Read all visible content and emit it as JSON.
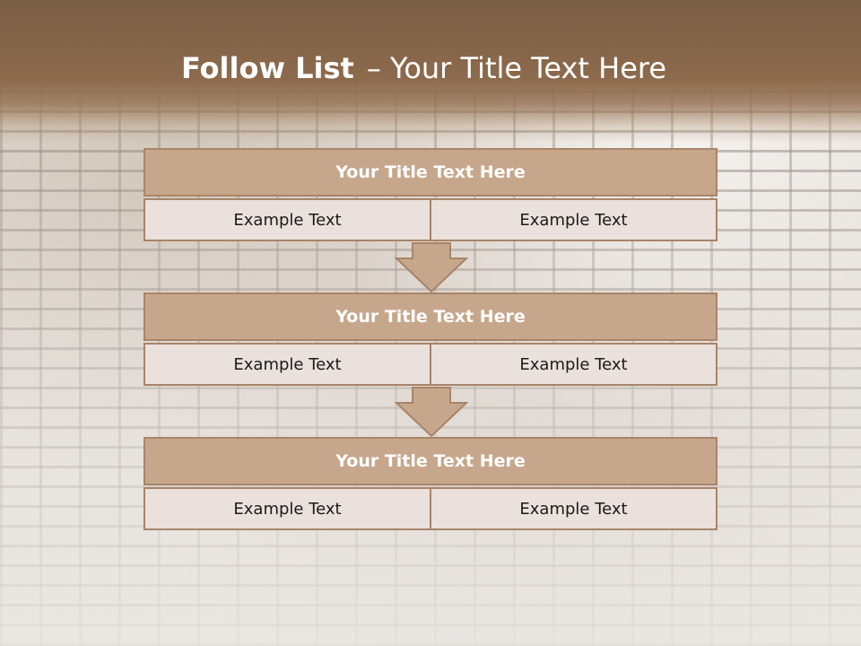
{
  "header": {
    "title_bold": "Follow List",
    "title_rest": "– Your Title Text Here"
  },
  "blocks": [
    {
      "title": "Your Title Text Here",
      "left": "Example Text",
      "right": "Example Text"
    },
    {
      "title": "Your Title Text Here",
      "left": "Example Text",
      "right": "Example Text"
    },
    {
      "title": "Your Title Text Here",
      "left": "Example Text",
      "right": "Example Text"
    }
  ],
  "colors": {
    "header_brown": "#7a5e45",
    "block_header": "#c7a78c",
    "block_border": "#a98468",
    "cell_fill": "#eae0dc"
  },
  "icons": [
    "down-arrow-icon",
    "down-arrow-icon"
  ]
}
